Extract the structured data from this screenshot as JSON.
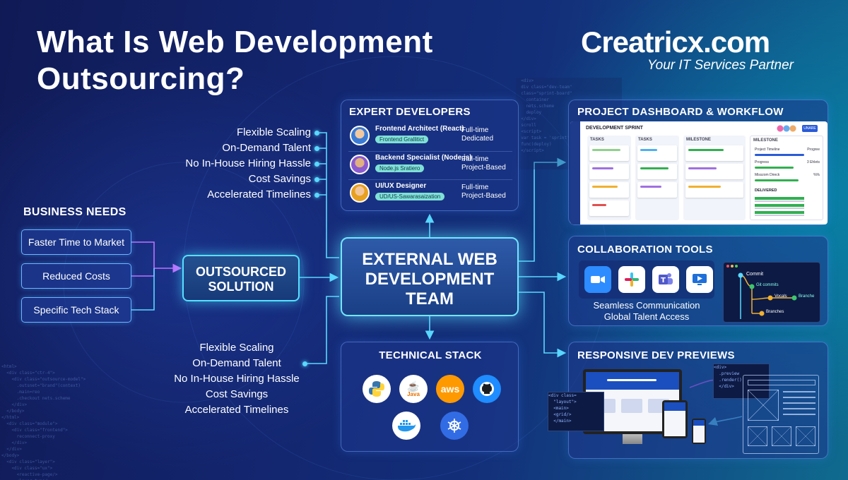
{
  "title": {
    "line1": "What Is Web Development",
    "line2": "Outsourcing?"
  },
  "brand": {
    "logo": "Creatricx.com",
    "tagline": "Your IT Services Partner"
  },
  "business_needs": {
    "heading": "BUSINESS NEEDS",
    "items": [
      "Faster Time to Market",
      "Reduced Costs",
      "Specific Tech Stack"
    ]
  },
  "benefits_top": [
    "Flexible Scaling",
    "On-Demand Talent",
    "No In-House Hiring Hassle",
    "Cost Savings",
    "Accelerated Timelines"
  ],
  "benefits_bottom": [
    "Flexible Scaling",
    "On-Demand Talent",
    "No In-House Hiring Hassle",
    "Cost Savings",
    "Accelerated Timelines"
  ],
  "outsourced": {
    "line1": "OUTSOURCED",
    "line2": "SOLUTION"
  },
  "team": {
    "line1": "EXTERNAL WEB",
    "line2": "DEVELOPMENT",
    "line3": "TEAM"
  },
  "experts": {
    "heading": "EXPERT DEVELOPERS",
    "developers": [
      {
        "title": "Frontend Architect (React)",
        "tag": "Frontend Grallitict",
        "type1": "Full-time",
        "type2": "Dedicated"
      },
      {
        "title": "Backend Specialist (Node.js)",
        "tag": "Node.js Sratiero",
        "type1": "Full-time",
        "type2": "Project-Based"
      },
      {
        "title": "UI/UX Designer",
        "tag": "UD/US-Sawarasaization",
        "type1": "Full-time",
        "type2": "Project-Based"
      }
    ]
  },
  "dashboard": {
    "heading": "PROJECT DASHBOARD & WORKFLOW",
    "sprint": "DEVELOPMENT SPRINT",
    "button": "UNARE",
    "columns": [
      "TASKS",
      "TASKS",
      "MILESTONE"
    ],
    "milestone": {
      "heading": "MILESTONE",
      "rows": [
        {
          "label": "Project Timeline",
          "value": "Progree"
        },
        {
          "label": "Progress",
          "value": "3 Ehlets"
        },
        {
          "label": "Misszom Direck",
          "value": "%%"
        }
      ],
      "delivered": "DELIVERED"
    }
  },
  "collab": {
    "heading": "COLLABORATION TOOLS",
    "tools": [
      "zoom-icon",
      "slack-icon",
      "teams-icon",
      "screen-share-icon"
    ],
    "line1": "Seamless Communication",
    "line2": "Global Talent Access",
    "git": {
      "commit": "Commit",
      "commits": "Git commits",
      "vocals": "Vocals",
      "branche": "Branche",
      "branches": "Branches"
    }
  },
  "tech": {
    "heading": "TECHNICAL STACK",
    "java": "Java",
    "aws": "aws",
    "icons": [
      "python-icon",
      "java-icon",
      "aws-icon",
      "github-icon",
      "docker-icon",
      "kubernetes-icon"
    ]
  },
  "previews": {
    "heading": "RESPONSIVE DEV PREVIEWS"
  },
  "colors": {
    "accent": "#5ad8ff",
    "glow": "#72e6ff",
    "bg_left": "#101a55",
    "bg_right": "#0f6b8f",
    "purple_wire": "#c070ff"
  }
}
